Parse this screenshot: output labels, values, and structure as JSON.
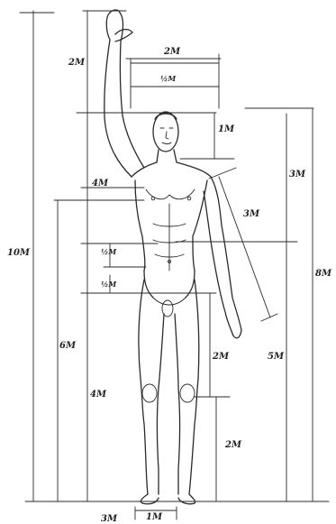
{
  "labels": {
    "total_height": "10M",
    "arm_above_head": "2M",
    "head_width": "2M",
    "head_half_fraction": "½M",
    "head_height": "1M",
    "upper_arm": "4M",
    "shoulder_to_top": "3M",
    "forearm": "3M",
    "torso_quarter": "½M",
    "pelvis_quarter": "½M",
    "to_shoulder": "8M",
    "to_navel": "6M",
    "to_hip": "5M",
    "leg": "4M",
    "knee_to_hip": "2M",
    "foot_to_knee": "2M",
    "foot_length": "1M",
    "base_note": "3M"
  }
}
